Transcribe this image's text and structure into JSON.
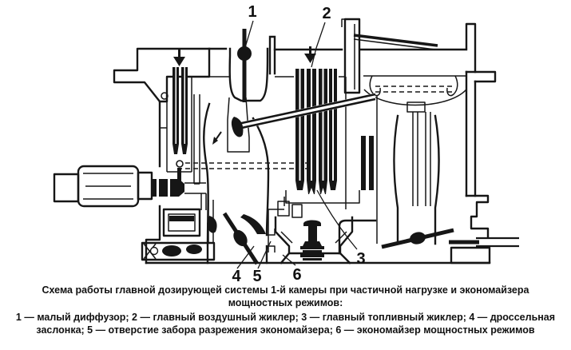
{
  "figure": {
    "type": "technical-diagram",
    "subject": "carburetor first-chamber main metering system cross-section",
    "colors": {
      "ink": "#161616",
      "background": "#ffffff"
    }
  },
  "diagram": {
    "callouts": [
      {
        "num": "1",
        "part": "small-diffuser"
      },
      {
        "num": "2",
        "part": "main-air-jet"
      },
      {
        "num": "3",
        "part": "main-fuel-jet"
      },
      {
        "num": "4",
        "part": "throttle-valve"
      },
      {
        "num": "5",
        "part": "economizer-vacuum-pickup-port"
      },
      {
        "num": "6",
        "part": "power-mode-economizer"
      }
    ]
  },
  "caption": {
    "title": "Схема работы главной дозирующей системы 1-й камеры при частичной нагрузке и экономайзера мощностных режимов:",
    "legend_items": [
      {
        "num": "1",
        "text": "малый диффузор"
      },
      {
        "num": "2",
        "text": "главный воздушный жиклер"
      },
      {
        "num": "3",
        "text": "главный топливный жиклер"
      },
      {
        "num": "4",
        "text": "дроссельная заслонка"
      },
      {
        "num": "5",
        "text": "отверстие забора разрежения экономайзера"
      },
      {
        "num": "6",
        "text": "экономайзер мощностных режимов"
      }
    ],
    "legend_text": "1 — малый диффузор; 2 — главный воздушный жиклер; 3 — главный топливный жиклер; 4 — дроссельная заслонка; 5 — отверстие забора разрежения экономайзера; 6 — экономайзер мощностных режимов"
  }
}
